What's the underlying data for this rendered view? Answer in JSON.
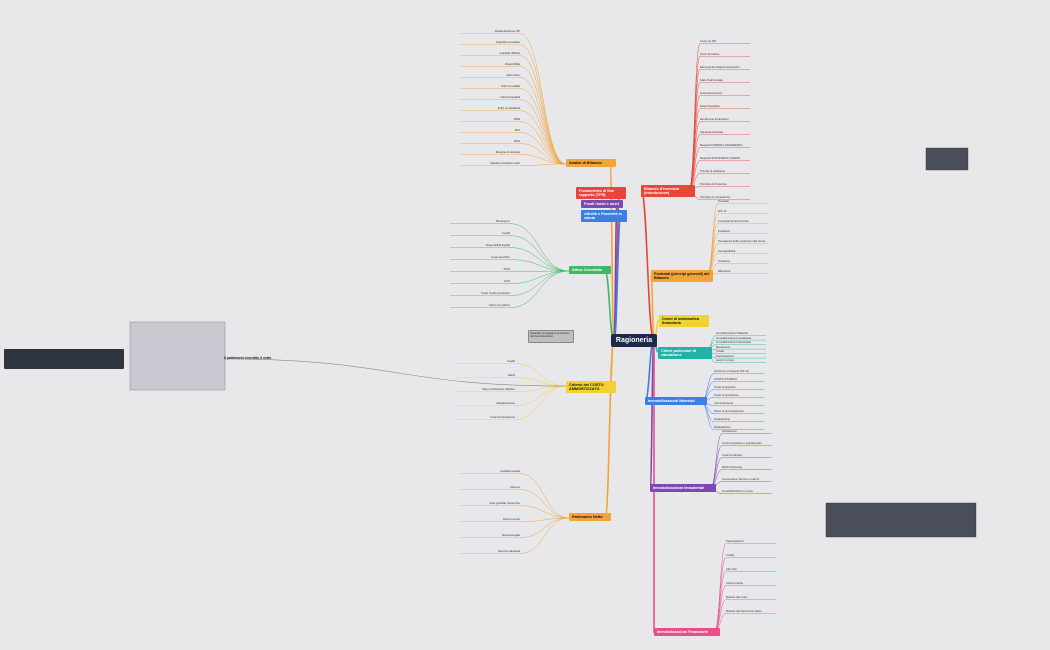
{
  "root": {
    "label": "Ragioneria"
  },
  "colors": {
    "bg": "#e8e8ea",
    "root": "#1c2a4a",
    "red": "#e8463a",
    "orange": "#f2a33a",
    "yellow": "#f1d133",
    "green": "#3fb86a",
    "teal": "#24b0a6",
    "blue": "#3a7ee6",
    "purple": "#7a4ab0",
    "pink": "#e84e8a"
  },
  "right_branches": [
    {
      "key": "bil_ese",
      "label": "Bilancio d'esercizio (Introduzione)",
      "color": "red"
    },
    {
      "key": "postulati",
      "label": "Postulati (principi generali) del Bilancio",
      "color": "orange"
    },
    {
      "key": "cenni",
      "label": "Cenni di matematica finanziaria",
      "color": "yellow"
    },
    {
      "key": "criteri",
      "label": "Criteri particolari di valutazione",
      "color": "teal"
    },
    {
      "key": "imm_mat",
      "label": "Immobilizzazioni Materiali",
      "color": "blue"
    },
    {
      "key": "imm_imm",
      "label": "Immobilizzazioni Immateriali",
      "color": "purple"
    },
    {
      "key": "imm_fin",
      "label": "Immobilizzazioni Finanziarie",
      "color": "pink"
    }
  ],
  "left_branches": [
    {
      "key": "analisi",
      "label": "Analisi di Bilancio",
      "color": "orange"
    },
    {
      "key": "rapporto",
      "label": "Fondamento di fine rapporto (TFR)",
      "color": "red"
    },
    {
      "key": "fondi",
      "label": "Fondi rischi e oneri",
      "color": "purple"
    },
    {
      "key": "attivita",
      "label": "Attività e Passività in valuta",
      "color": "blue"
    },
    {
      "key": "attivo",
      "label": "Attivo Circolante",
      "color": "green"
    },
    {
      "key": "criterio",
      "label": "Criterio del COSTO AMMORTIZZATO",
      "color": "yellow"
    },
    {
      "key": "patrimonio",
      "label": "Patrimonio Netto",
      "color": "orange"
    }
  ],
  "left_note": {
    "label": "Il patrimonio investito il netto"
  },
  "callout": {
    "label": "Generale cui appaiono le schema dei Conti Economici"
  },
  "red_nodes": [
    "Cos'è un bil?",
    "Fonti normative",
    "Elementi del bilancio d'esercizio",
    "Stato Patrimoniale",
    "Conto Economico",
    "Nota Integrativa",
    "Rendiconto Finanziario",
    "Clausola Generale",
    "Requisiti FORMALI (CHIAREZZA)",
    "Requisiti SOSTANZIALI (VERIT)",
    "Principi di redazione",
    "Principio di Prudenza",
    "Principio di competenza"
  ],
  "orange_nodes": [
    "Postulati",
    "OIC 11",
    "Competenza Economica",
    "Prudenza",
    "Prevalenza della sostanza sulla forma",
    "Comparabilità",
    "Costanza",
    "Rilevanza"
  ],
  "teal_nodes": [
    "Immobilizzazioni Materiali",
    "Immobilizzazioni Immateriali",
    "Immobilizzazioni Finanziarie",
    "Rimanenze",
    "Crediti",
    "Partecipazioni",
    "Lavori in corso"
  ],
  "blue_nodes": [
    "Iscrizione in bilancio OIC 16",
    "COSTO STORICO",
    "Costo di acquisto",
    "Costo di produzione",
    "Ammortamento",
    "Piano di ammortamento",
    "Svalutazione",
    "Rivalutazione"
  ],
  "purple_nodes": [
    "Avviamento",
    "Costi di impianto e ampliamento",
    "Costi di sviluppo",
    "Diritti di brevetto",
    "Concessioni, licenze e marchi",
    "Immobilizzazioni in corso"
  ],
  "pink_nodes": [
    "Partecipazioni",
    "Crediti",
    "Altri titoli",
    "Azioni proprie",
    "Metodo del costo",
    "Metodo del Patrimonio Netto"
  ],
  "analisi_nodes": [
    "Riclassificazione SP",
    "Liquidità immediate",
    "Liquidità differite",
    "Disponibilità",
    "Attivo fisso",
    "Indici di solidità",
    "Indici di liquidità",
    "Indici di redditività",
    "ROE",
    "ROI",
    "ROS",
    "Margine di struttura",
    "Capitale circolante netto"
  ],
  "attivo_nodes": [
    "Rimanenze",
    "Crediti",
    "Disponibilità liquide",
    "Costo specifico",
    "FIFO",
    "LIFO",
    "Costo medio ponderato",
    "Valore di realizzo"
  ],
  "criterio_nodes": [
    "Crediti",
    "Debiti",
    "Tasso di interesse effettivo",
    "Attualizzazione",
    "Costi di transazione"
  ],
  "patrimonio_nodes": [
    "Capitale sociale",
    "Riserve",
    "Utile (perdita) d'esercizio",
    "Azioni proprie",
    "Riserva legale",
    "Riserva statutaria"
  ]
}
